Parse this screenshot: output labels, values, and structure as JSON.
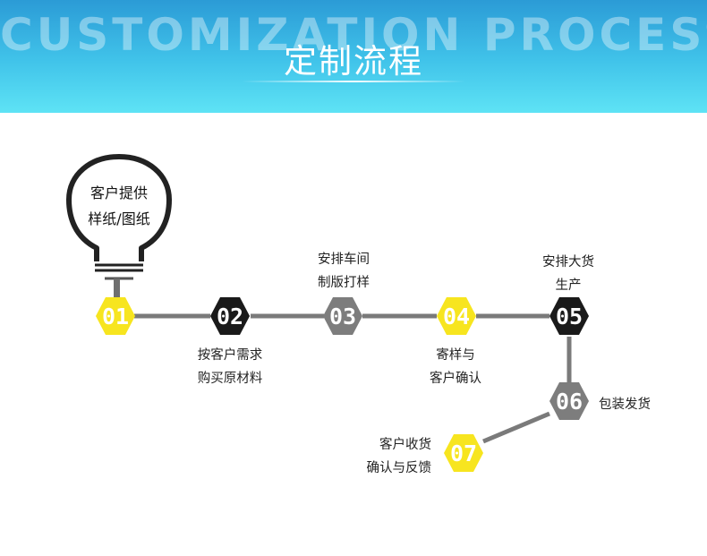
{
  "header": {
    "title_en": "CUSTOMIZATION PROCESS",
    "title_cn": "定制流程"
  },
  "colors": {
    "yellow": "#f7e51f",
    "black": "#1a1a1a",
    "gray": "#7d7d7d",
    "connector": "#7a7a7a",
    "banner_top": "#2b9bd6",
    "banner_bottom": "#5ee3f5"
  },
  "steps": [
    {
      "num": "01",
      "color": "yellow",
      "lines": [
        "客户提供",
        "样纸/图纸"
      ]
    },
    {
      "num": "02",
      "color": "black",
      "lines": [
        "按客户需求",
        "购买原材料"
      ]
    },
    {
      "num": "03",
      "color": "gray",
      "lines": [
        "安排车间",
        "制版打样"
      ]
    },
    {
      "num": "04",
      "color": "yellow",
      "lines": [
        "寄样与",
        "客户确认"
      ]
    },
    {
      "num": "05",
      "color": "black",
      "lines": [
        "安排大货",
        "生产"
      ]
    },
    {
      "num": "06",
      "color": "gray",
      "lines": [
        "包装发货"
      ]
    },
    {
      "num": "07",
      "color": "yellow",
      "lines": [
        "客户收货",
        "确认与反馈"
      ]
    }
  ]
}
